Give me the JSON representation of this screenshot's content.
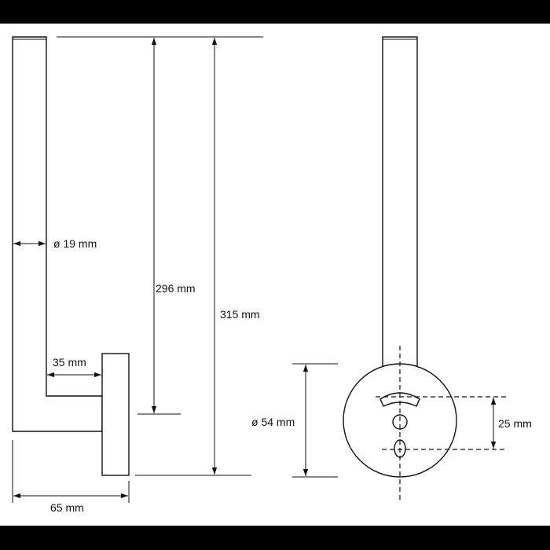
{
  "dimensions": {
    "diameter_tube": "ø 19 mm",
    "inner_height": "296 mm",
    "total_height": "315 mm",
    "arm_length": "35 mm",
    "depth": "65 mm",
    "base_diameter": "ø 54 mm",
    "hole_spacing": "25 mm"
  }
}
